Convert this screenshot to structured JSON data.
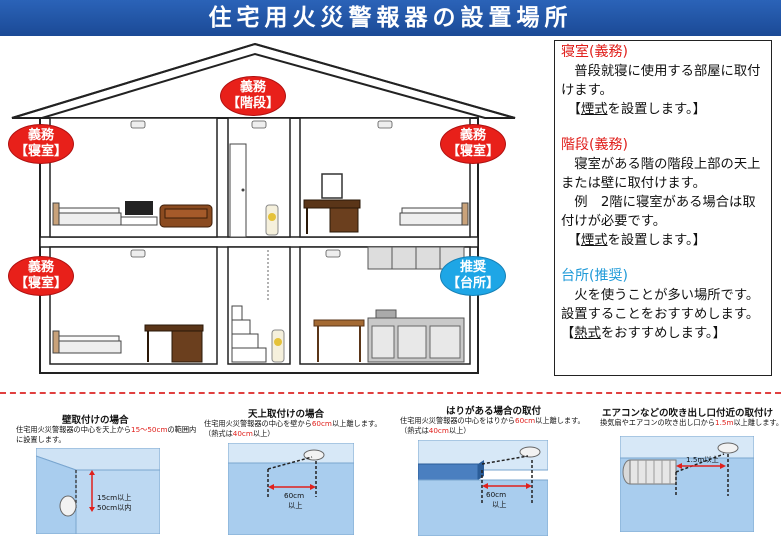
{
  "title": "住宅用火災警報器の設置場所",
  "badges": {
    "stairs": {
      "line1": "義務",
      "line2": "【階段】"
    },
    "bedroom_left_upper": {
      "line1": "義務",
      "line2": "【寝室】"
    },
    "bedroom_right_upper": {
      "line1": "義務",
      "line2": "【寝室】"
    },
    "bedroom_left_lower": {
      "line1": "義務",
      "line2": "【寝室】"
    },
    "kitchen": {
      "line1": "推奨",
      "line2": "【台所】"
    }
  },
  "info": {
    "bedroom": {
      "heading": "寝室(義務)",
      "body": "　普段就寝に使用する部屋に取付けます。",
      "note_prefix": "　【",
      "note_u": "煙式",
      "note_suffix": "を設置します。】"
    },
    "stairs": {
      "heading": "階段(義務)",
      "body": "　寝室がある階の階段上部の天上または壁に取付けます。",
      "example": "　例　2階に寝室がある場合は取付けが必要です。",
      "note_prefix": "　【",
      "note_u": "煙式",
      "note_suffix": "を設置します。】"
    },
    "kitchen": {
      "heading": "台所(推奨)",
      "body": "　火を使うことが多い場所です。設置することをおすすめします。",
      "note_prefix": "【",
      "note_u": "熱式",
      "note_suffix": "をおすすめします。】"
    }
  },
  "panels": {
    "wall": {
      "title": "壁取付けの場合",
      "sub1_a": "住宅用火災警報器の中心を天上から",
      "sub1_red": "15～50cm",
      "sub1_b": "の範囲内",
      "sub2": "に設置します。",
      "label1": "15cm以上",
      "label2": "50cm以内"
    },
    "ceiling": {
      "title": "天上取付けの場合",
      "sub1_a": "住宅用火災警報器の中心を壁から",
      "sub1_red": "60cm",
      "sub1_b": "以上離します。",
      "sub2_a": "（熱式は",
      "sub2_red": "40cm",
      "sub2_b": "以上）",
      "label1": "60cm",
      "label2": "以上"
    },
    "beam": {
      "title": "はりがある場合の取付",
      "sub1_a": "住宅用火災警報器の中心をはりから",
      "sub1_red": "60cm",
      "sub1_b": "以上離します。",
      "sub2_a": "（熱式は",
      "sub2_red": "40cm",
      "sub2_b": "以上）",
      "label1": "60cm",
      "label2": "以上"
    },
    "aircon": {
      "title": "エアコンなどの吹き出し口付近の取付け",
      "sub1_a": "換気扇やエアコンの吹き出し口から",
      "sub1_red": "1.5m",
      "sub1_b": "以上離します。",
      "label1": "1.5m以上"
    }
  },
  "colors": {
    "title_bar": "#1b4a96",
    "required": "#e8201a",
    "recommended": "#1ea6e6",
    "wall_panel": "#a9cdee"
  }
}
